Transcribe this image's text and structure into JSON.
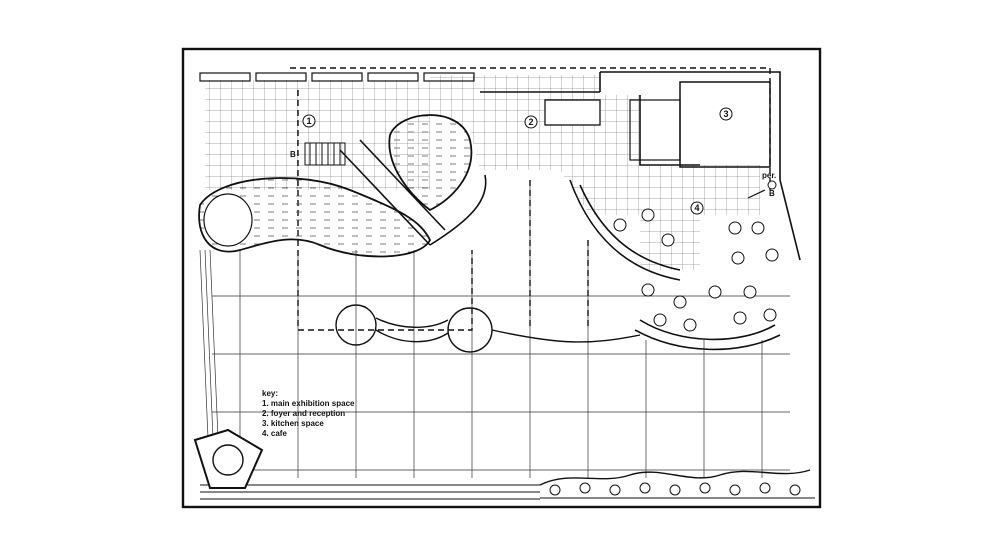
{
  "key": {
    "heading": "key:",
    "items": [
      "1. main exhibition space",
      "2. foyer and reception",
      "3. kitchen space",
      "4. cafe"
    ]
  },
  "room_markers": [
    "1",
    "2",
    "3",
    "4"
  ],
  "entrance_label": "per.",
  "entrance_sublabel": "B",
  "stair_label": "B"
}
